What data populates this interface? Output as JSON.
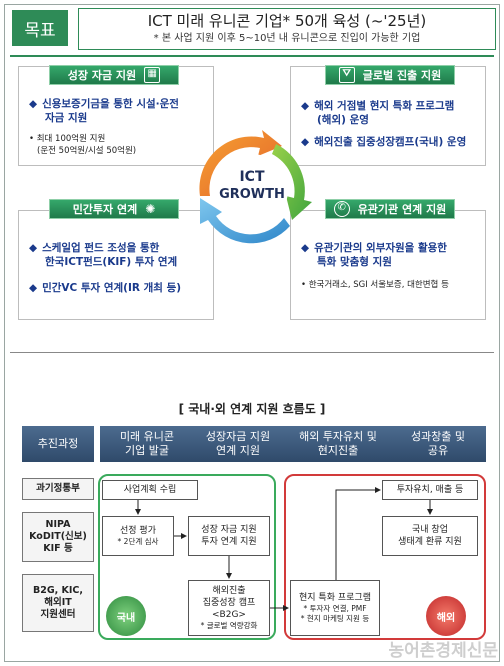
{
  "header": {
    "tag": "목표",
    "title": "ICT 미래 유니콘 기업* 50개 육성 (~'25년)",
    "subtitle": "* 본 사업 지원 이후 5~10년 내 유니콘으로 진입이 가능한 기업"
  },
  "center": {
    "line1": "ICT",
    "line2": "GROWTH"
  },
  "panels": {
    "top_left": {
      "header": "성장 자금 지원",
      "icon": "calculator-money-icon",
      "bullets": [
        "신용보증기금을 통한 시설·운전",
        "자금 지원"
      ],
      "sub": [
        "최대 100억원 지원",
        "(운전 50억원/시설 50억원)"
      ]
    },
    "top_right": {
      "header": "글로벌 진출 지원",
      "icon": "road-icon",
      "bullets": [
        "해외 거점별 현지 특화 프로그램",
        "(해외) 운영",
        "해외진출 집중성장캠프(국내) 운영"
      ]
    },
    "bottom_left": {
      "header": "민간투자 연계",
      "icon": "network-icon",
      "bullets": [
        "스케일업 펀드 조성을 통한",
        "한국ICT펀드(KIF) 투자 연계",
        "민간VC 투자 연계(IR 개최 등)"
      ]
    },
    "bottom_right": {
      "header": "유관기관 연계 지원",
      "icon": "chat-bubble-icon",
      "bullets": [
        "유관기관의 외부자원을 활용한",
        "특화 맞춤형 지원"
      ],
      "sub": [
        "한국거래소, SGI 서울보증, 대한변협 등"
      ]
    }
  },
  "flow": {
    "title": "[ 국내·외 연계 지원 흐름도 ]",
    "process_label": "추진과정",
    "stages": [
      {
        "line1": "미래 유니콘",
        "line2": "기업 발굴"
      },
      {
        "line1": "성장자금 지원",
        "line2": "연계 지원"
      },
      {
        "line1": "해외 투자유치 및",
        "line2": "현지진출"
      },
      {
        "line1": "성과창출 및",
        "line2": "공유"
      }
    ],
    "agencies": [
      {
        "text": "과기정통부"
      },
      {
        "text": "NIPA\nKoDIT(신보)\nKIF 등"
      },
      {
        "text": "B2G, KIC,\n해외IT\n지원센터"
      }
    ],
    "domestic_label": "국내",
    "overseas_label": "해외",
    "boxes": {
      "plan": "사업계획 수립",
      "selection": "선정 평가",
      "selection_sub": "* 2단계 심사",
      "funding": [
        "성장 자금 지원",
        "투자 연계 지원"
      ],
      "camp": [
        "해외진출",
        "집중성장 캠프",
        "<B2G>"
      ],
      "camp_sub": "* 글로벌 역량강화",
      "invest": "투자유치, 매출 등",
      "ecosystem": [
        "국내 창업",
        "생태계 환류 지원"
      ],
      "local": "현지 특화 프로그램",
      "local_sub": [
        "* 투자자 연결, PMF",
        "* 현지 마케팅 지원 등"
      ]
    },
    "watermark": "농어촌경제신문"
  },
  "colors": {
    "green": "#2e8b57",
    "navy": "#2f4a6a",
    "domestic_border": "#3aaa5c",
    "overseas_border": "#d23a3a"
  }
}
